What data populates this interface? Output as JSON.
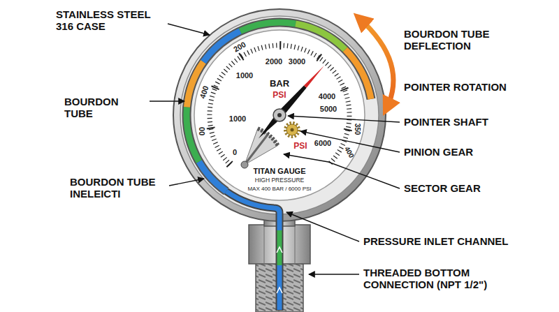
{
  "diagram": {
    "labels": [
      "STAINLESS STEEL 316 CASE",
      "BOURDON TUBE",
      "BOURDON TUBE INELEICTI",
      "BOURDON TUBE DEFLECTION",
      "POINTER ROTATION",
      "POINTER SHAFT",
      "PINION GEAR",
      "SECTOR GEAR",
      "PRESSURE INLET CHANNEL",
      "THREADED BOTTOM CONNECTION (NPT 1/2\")",
      "200",
      "400",
      "00",
      "350",
      "400",
      "1000",
      "2000",
      "3000",
      "4000",
      "1000",
      "5000",
      "6000",
      "0",
      "BAR",
      "PSI",
      "PSI",
      "TITAN GAUGE",
      "HIGH PRESSURE",
      "MAX 400 BAR / 6000 PSI"
    ]
  }
}
